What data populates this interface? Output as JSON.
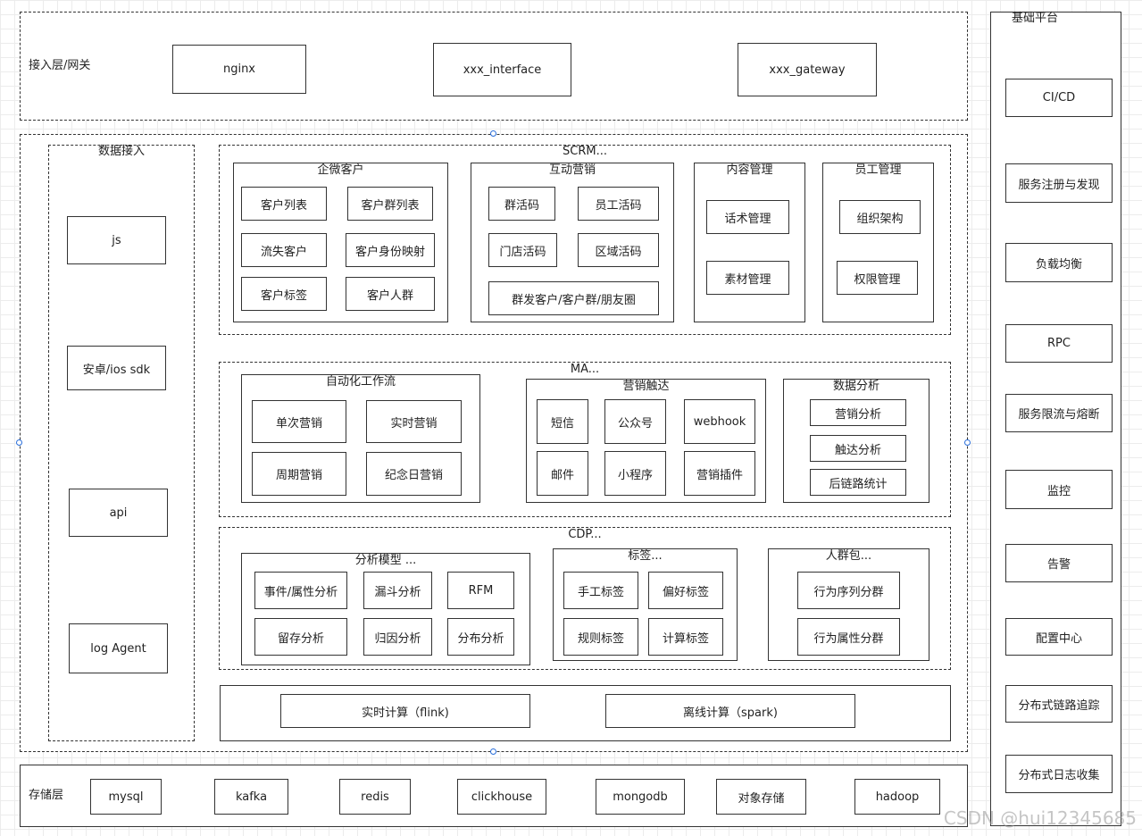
{
  "access": {
    "label": "接入层/网关",
    "items": [
      "nginx",
      "xxx_interface",
      "xxx_gateway"
    ]
  },
  "platform": {
    "title": "基础平台",
    "items": [
      "CI/CD",
      "服务注册与发现",
      "负载均衡",
      "RPC",
      "服务限流与熔断",
      "监控",
      "告警",
      "配置中心",
      "分布式链路追踪",
      "分布式日志收集"
    ]
  },
  "ingest": {
    "title": "数据接入",
    "items": [
      "js",
      "安卓/ios sdk",
      "api",
      "log Agent"
    ]
  },
  "scrm": {
    "title": "SCRM...",
    "wecom": {
      "title": "企微客户",
      "items": [
        "客户列表",
        "客户群列表",
        "流失客户",
        "客户身份映射",
        "客户标签",
        "客户人群"
      ]
    },
    "interactive": {
      "title": "互动营销",
      "items": [
        "群活码",
        "员工活码",
        "门店活码",
        "区域活码",
        "群发客户/客户群/朋友圈"
      ]
    },
    "content": {
      "title": "内容管理",
      "items": [
        "话术管理",
        "素材管理"
      ]
    },
    "staff": {
      "title": "员工管理",
      "items": [
        "组织架构",
        "权限管理"
      ]
    }
  },
  "ma": {
    "title": "MA...",
    "workflow": {
      "title": "自动化工作流",
      "items": [
        "单次营销",
        "实时营销",
        "周期营销",
        "纪念日营销"
      ]
    },
    "reach": {
      "title": "营销触达",
      "items": [
        "短信",
        "公众号",
        "webhook",
        "邮件",
        "小程序",
        "营销插件"
      ]
    },
    "analysis": {
      "title": "数据分析",
      "items": [
        "营销分析",
        "触达分析",
        "后链路统计"
      ]
    }
  },
  "cdp": {
    "title": "CDP...",
    "models": {
      "title": "分析模型 ...",
      "items": [
        "事件/属性分析",
        "漏斗分析",
        "RFM",
        "留存分析",
        "归因分析",
        "分布分析"
      ]
    },
    "tags": {
      "title": "标签...",
      "items": [
        "手工标签",
        "偏好标签",
        "规则标签",
        "计算标签"
      ]
    },
    "crowd": {
      "title": "人群包...",
      "items": [
        "行为序列分群",
        "行为属性分群"
      ]
    }
  },
  "compute": {
    "items": [
      "实时计算（flink)",
      "离线计算（spark)"
    ]
  },
  "storage": {
    "label": "存储层",
    "items": [
      "mysql",
      "kafka",
      "redis",
      "clickhouse",
      "mongodb",
      "对象存储",
      "hadoop"
    ]
  },
  "watermark": "CSDN @hui12345685",
  "colors": {
    "border": "#333333",
    "handle": "#2a6fdb",
    "grid": "#ececec"
  }
}
